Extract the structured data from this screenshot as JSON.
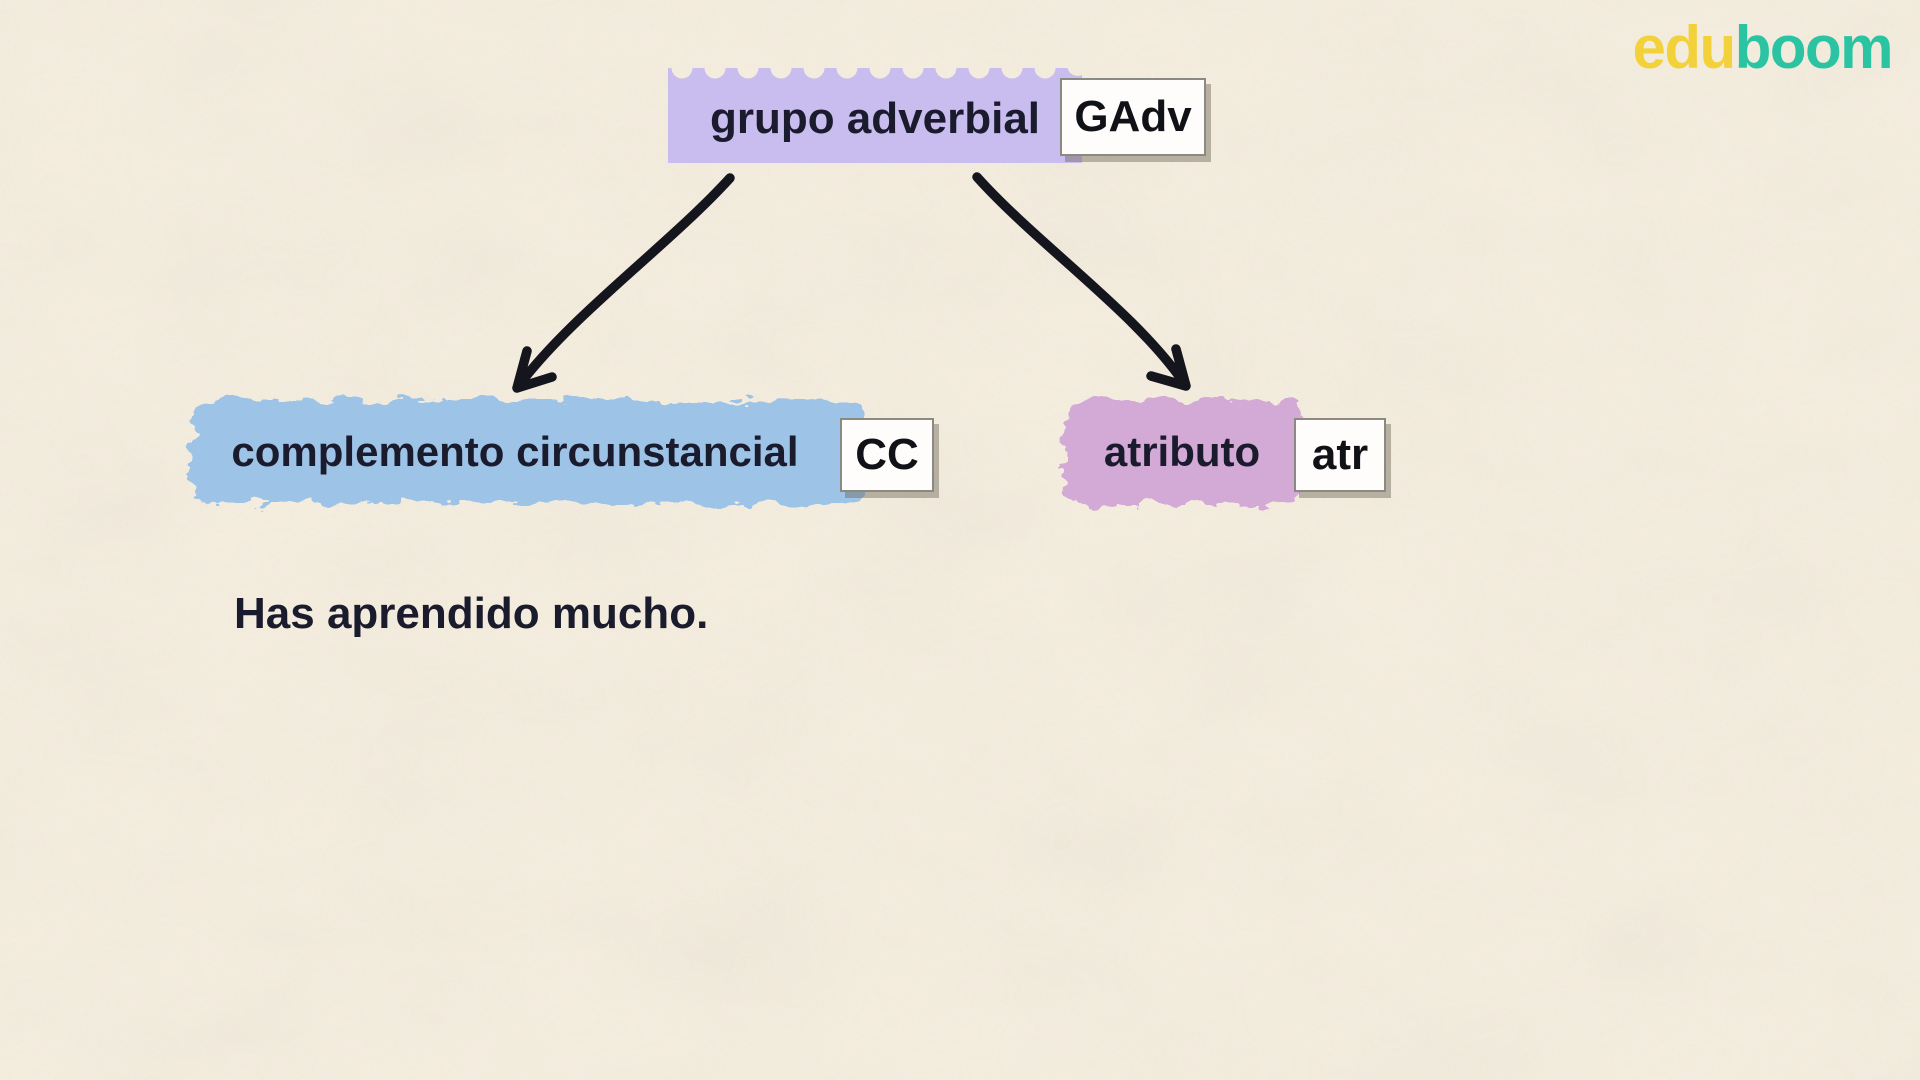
{
  "page": {
    "background": "#f5eedf"
  },
  "logo": {
    "edu": "edu",
    "boom": "boom"
  },
  "colors": {
    "edu_yellow": "#f2d13b",
    "boom_teal": "#2bc4a3",
    "text_dark": "#1b1b2e",
    "arrow": "#15151e",
    "root_highlight": "#c9bcef",
    "cc_highlight": "#9dc3e7",
    "atr_highlight": "#d3aad6",
    "abbr_box_bg": "#fefdfb",
    "abbr_box_border": "#8a8a83"
  },
  "diagram": {
    "root": {
      "label": "grupo adverbial",
      "abbr": "GAdv"
    },
    "children": [
      {
        "label": "complemento circunstancial",
        "abbr": "CC"
      },
      {
        "label": "atributo",
        "abbr": "atr"
      }
    ]
  },
  "example_sentence": "Has aprendido mucho."
}
